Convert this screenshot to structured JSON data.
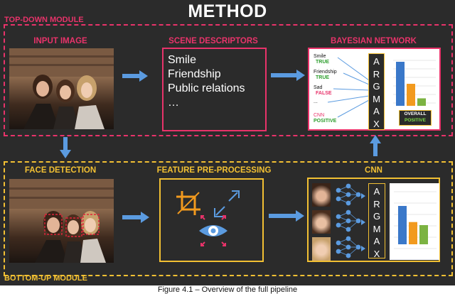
{
  "title": "METHOD",
  "top_module": {
    "label": "TOP-DOWN MODULE",
    "input_image": "INPUT IMAGE",
    "scene_descriptors": {
      "header": "SCENE DESCRIPTORS",
      "items": [
        "Smile",
        "Friendship",
        "Public relations",
        "…"
      ]
    },
    "bayesian_network": {
      "header": "BAYESIAN NETWORK",
      "items": [
        {
          "name": "Smile",
          "value": "TRUE"
        },
        {
          "name": "Friendship",
          "value": "TRUE"
        },
        {
          "name": "Sad",
          "value": "FALSE"
        },
        {
          "name": "...",
          "value": ""
        },
        {
          "name": "CNN",
          "value": "POSITIVE"
        }
      ],
      "argmax": [
        "A",
        "R",
        "G",
        "M",
        "A",
        "X"
      ],
      "result": {
        "line1": "OVERALL",
        "line2": "POSITIVE"
      },
      "bars": [
        {
          "value": 1.0,
          "color": "#3a78c9"
        },
        {
          "value": 0.5,
          "color": "#f29a1e"
        },
        {
          "value": 0.17,
          "color": "#7cb342"
        }
      ]
    }
  },
  "bottom_module": {
    "label": "BOTTOM-UP MODULE",
    "face_detection": "FACE DETECTION",
    "feature_preprocessing": "FEATURE PRE-PROCESSING",
    "cnn": {
      "header": "CNN",
      "argmax": [
        "A",
        "R",
        "G",
        "M",
        "A",
        "X"
      ],
      "bars": [
        {
          "value": 1.0,
          "color": "#3a78c9"
        },
        {
          "value": 0.58,
          "color": "#f29a1e"
        },
        {
          "value": 0.5,
          "color": "#7cb342"
        }
      ]
    }
  },
  "caption": "Figure 4.1 – Overview of the full pipeline",
  "colors": {
    "pink": "#e8336a",
    "yellow": "#f2c033",
    "arrow": "#5b9be0",
    "background": "#2b2b2b"
  }
}
